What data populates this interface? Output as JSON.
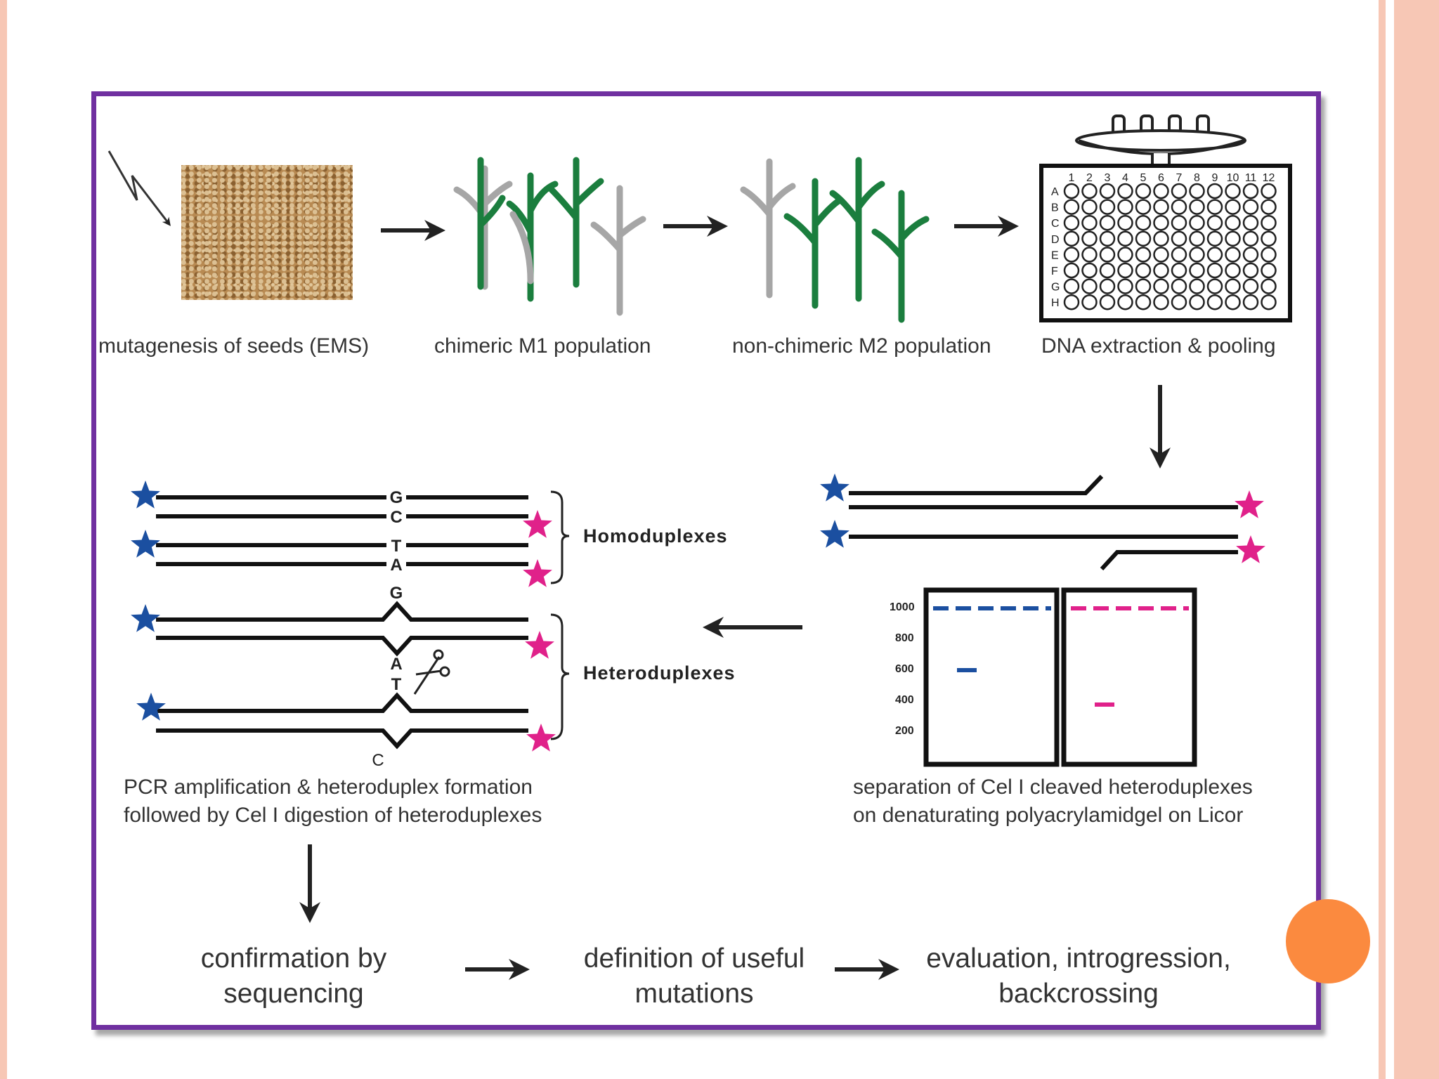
{
  "slide": {
    "accent_stripe_color": "#f7c7b5",
    "bullet_circle_color": "#fb8a3f",
    "frame_color": "#7030a0"
  },
  "colors": {
    "plant_green": "#1b7e3e",
    "plant_gray": "#a6a6a6",
    "star_blue": "#1b4fa0",
    "star_pink": "#e0218a"
  },
  "steps": {
    "mutagenesis": "mutagenesis of seeds (EMS)",
    "m1": "chimeric M1 population",
    "m2": "non-chimeric M2 population",
    "dna": "DNA extraction & pooling",
    "pcr_line1": "PCR amplification  &  heteroduplex formation",
    "pcr_line2": "followed by Cel I digestion of heteroduplexes",
    "sep_line1": "separation of Cel I cleaved heteroduplexes",
    "sep_line2": "on denaturating polyacrylamidgel on Licor"
  },
  "plate": {
    "columns": [
      "1",
      "2",
      "3",
      "4",
      "5",
      "6",
      "7",
      "8",
      "9",
      "10",
      "11",
      "12"
    ],
    "rows": [
      "A",
      "B",
      "C",
      "D",
      "E",
      "F",
      "G",
      "H"
    ]
  },
  "duplex": {
    "homoduplexes_label": "Homoduplexes",
    "heteroduplexes_label": "Heteroduplexes",
    "bases": {
      "g1": "G",
      "c1": "C",
      "t1": "T",
      "a1": "A",
      "g2": "G",
      "a2": "A",
      "t2": "T",
      "c2": "C"
    }
  },
  "gel": {
    "ticks": [
      "1000",
      "800",
      "600",
      "400",
      "200"
    ],
    "left_lane_color": "#1b4fa0",
    "right_lane_color": "#e0218a"
  },
  "bottom": {
    "confirm_l1": "confirmation by",
    "confirm_l2": "sequencing",
    "define_l1": "definition of useful",
    "define_l2": "mutations",
    "eval_l1": "evaluation, introgression,",
    "eval_l2": "backcrossing"
  }
}
